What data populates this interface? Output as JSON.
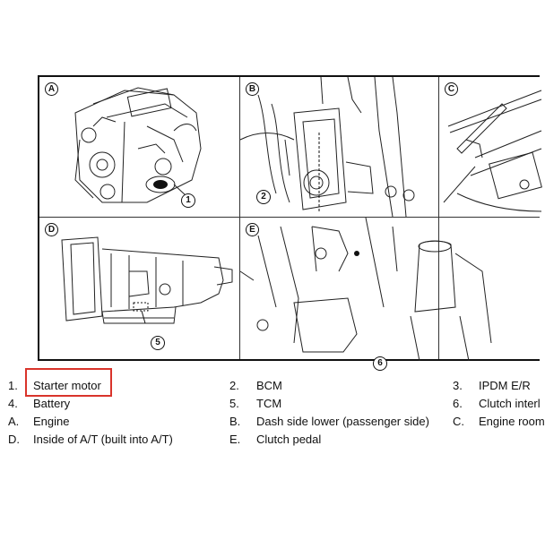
{
  "figure": {
    "panels": [
      {
        "tag": "A",
        "callout": "1"
      },
      {
        "tag": "B",
        "callout": "2"
      },
      {
        "tag": "C"
      },
      {
        "tag": "D",
        "callout": "5"
      },
      {
        "tag": "E",
        "callout": "6"
      }
    ]
  },
  "legend": {
    "items": [
      {
        "num": "1.",
        "text": "Starter motor"
      },
      {
        "num": "2.",
        "text": "BCM"
      },
      {
        "num": "3.",
        "text": "IPDM E/R"
      },
      {
        "num": "4.",
        "text": "Battery"
      },
      {
        "num": "5.",
        "text": "TCM"
      },
      {
        "num": "6.",
        "text": "Clutch interl"
      },
      {
        "num": "A.",
        "text": "Engine"
      },
      {
        "num": "B.",
        "text": "Dash side lower (passenger side)"
      },
      {
        "num": "C.",
        "text": "Engine room"
      },
      {
        "num": "D.",
        "text": "Inside of A/T (built into A/T)"
      },
      {
        "num": "E.",
        "text": "Clutch pedal"
      }
    ]
  },
  "highlight": {
    "target": "Starter motor",
    "color": "#d9342b"
  }
}
